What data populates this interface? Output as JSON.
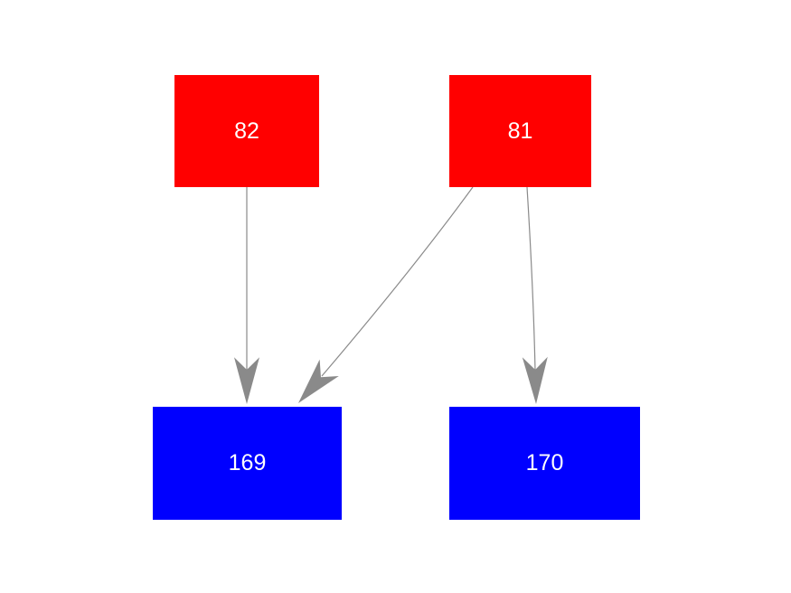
{
  "diagram": {
    "background_color": "#ffffff",
    "edge_color": "#8a8a8a",
    "node_text_color": "#ffffff",
    "node_colors": {
      "source": "#ff0000",
      "target": "#0000ff"
    },
    "nodes": [
      {
        "id": "82",
        "label": "82",
        "role": "source",
        "fill": "#ff0000"
      },
      {
        "id": "81",
        "label": "81",
        "role": "source",
        "fill": "#ff0000"
      },
      {
        "id": "169",
        "label": "169",
        "role": "target",
        "fill": "#0000ff"
      },
      {
        "id": "170",
        "label": "170",
        "role": "target",
        "fill": "#0000ff"
      }
    ],
    "edges": [
      {
        "from": "82",
        "to": "169"
      },
      {
        "from": "81",
        "to": "169"
      },
      {
        "from": "81",
        "to": "170"
      }
    ]
  }
}
